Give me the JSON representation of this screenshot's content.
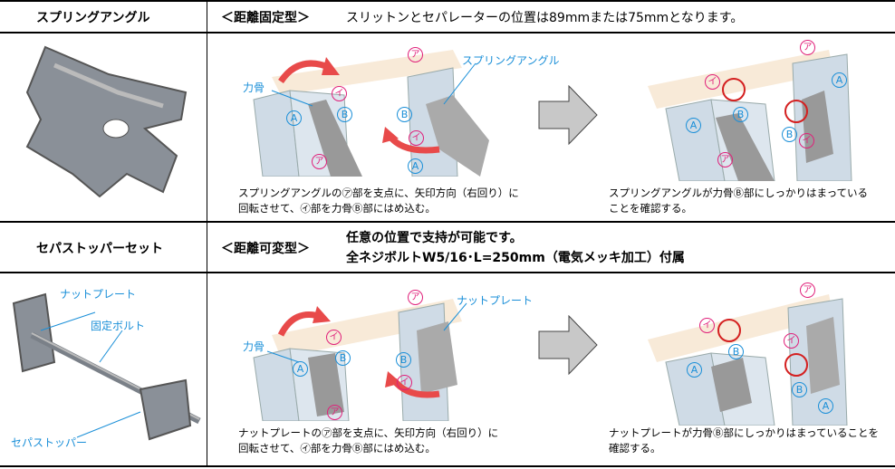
{
  "row1": {
    "product": "スプリングアングル",
    "type": "＜距離固定型＞",
    "description": "スリットンとセパレーターの位置は89mmまたは75mmとなります。",
    "callout_rib": "力骨",
    "callout_part": "スプリングアングル",
    "caption_step1": [
      "スプリングアングルの㋐部を支点に、矢印方向（右回り）に",
      "回転させて、㋑部を力骨Ⓑ部にはめ込む。"
    ],
    "caption_step2": [
      "スプリングアングルが力骨Ⓑ部にしっかりはまっている",
      "ことを確認する。"
    ]
  },
  "row2": {
    "product": "セパストッパーセット",
    "type": "＜距離可変型＞",
    "description": [
      "任意の位置で支持が可能です。",
      "全ネジボルトW5/16･L=250mm（電気メッキ加工）付属"
    ],
    "photo_labels": {
      "nut_plate": "ナットプレート",
      "bolt": "固定ボルト",
      "stopper": "セパストッパー"
    },
    "callout_rib": "力骨",
    "callout_part": "ナットプレート",
    "caption_step1": [
      "ナットプレートの㋐部を支点に、矢印方向（右回り）に",
      "回転させて、㋑部を力骨Ⓑ部にはめ込む。"
    ],
    "caption_step2": [
      "ナットプレートが力骨Ⓑ部にしっかりはまっていることを",
      "確認する。"
    ]
  },
  "marks": {
    "a": "ア",
    "i": "イ",
    "A": "A",
    "B": "B"
  },
  "colors": {
    "blue": "#1a8fd8",
    "magenta": "#e0207a",
    "red": "#d42020",
    "board": "#f8ead8",
    "steel": "#cfdbe6"
  }
}
